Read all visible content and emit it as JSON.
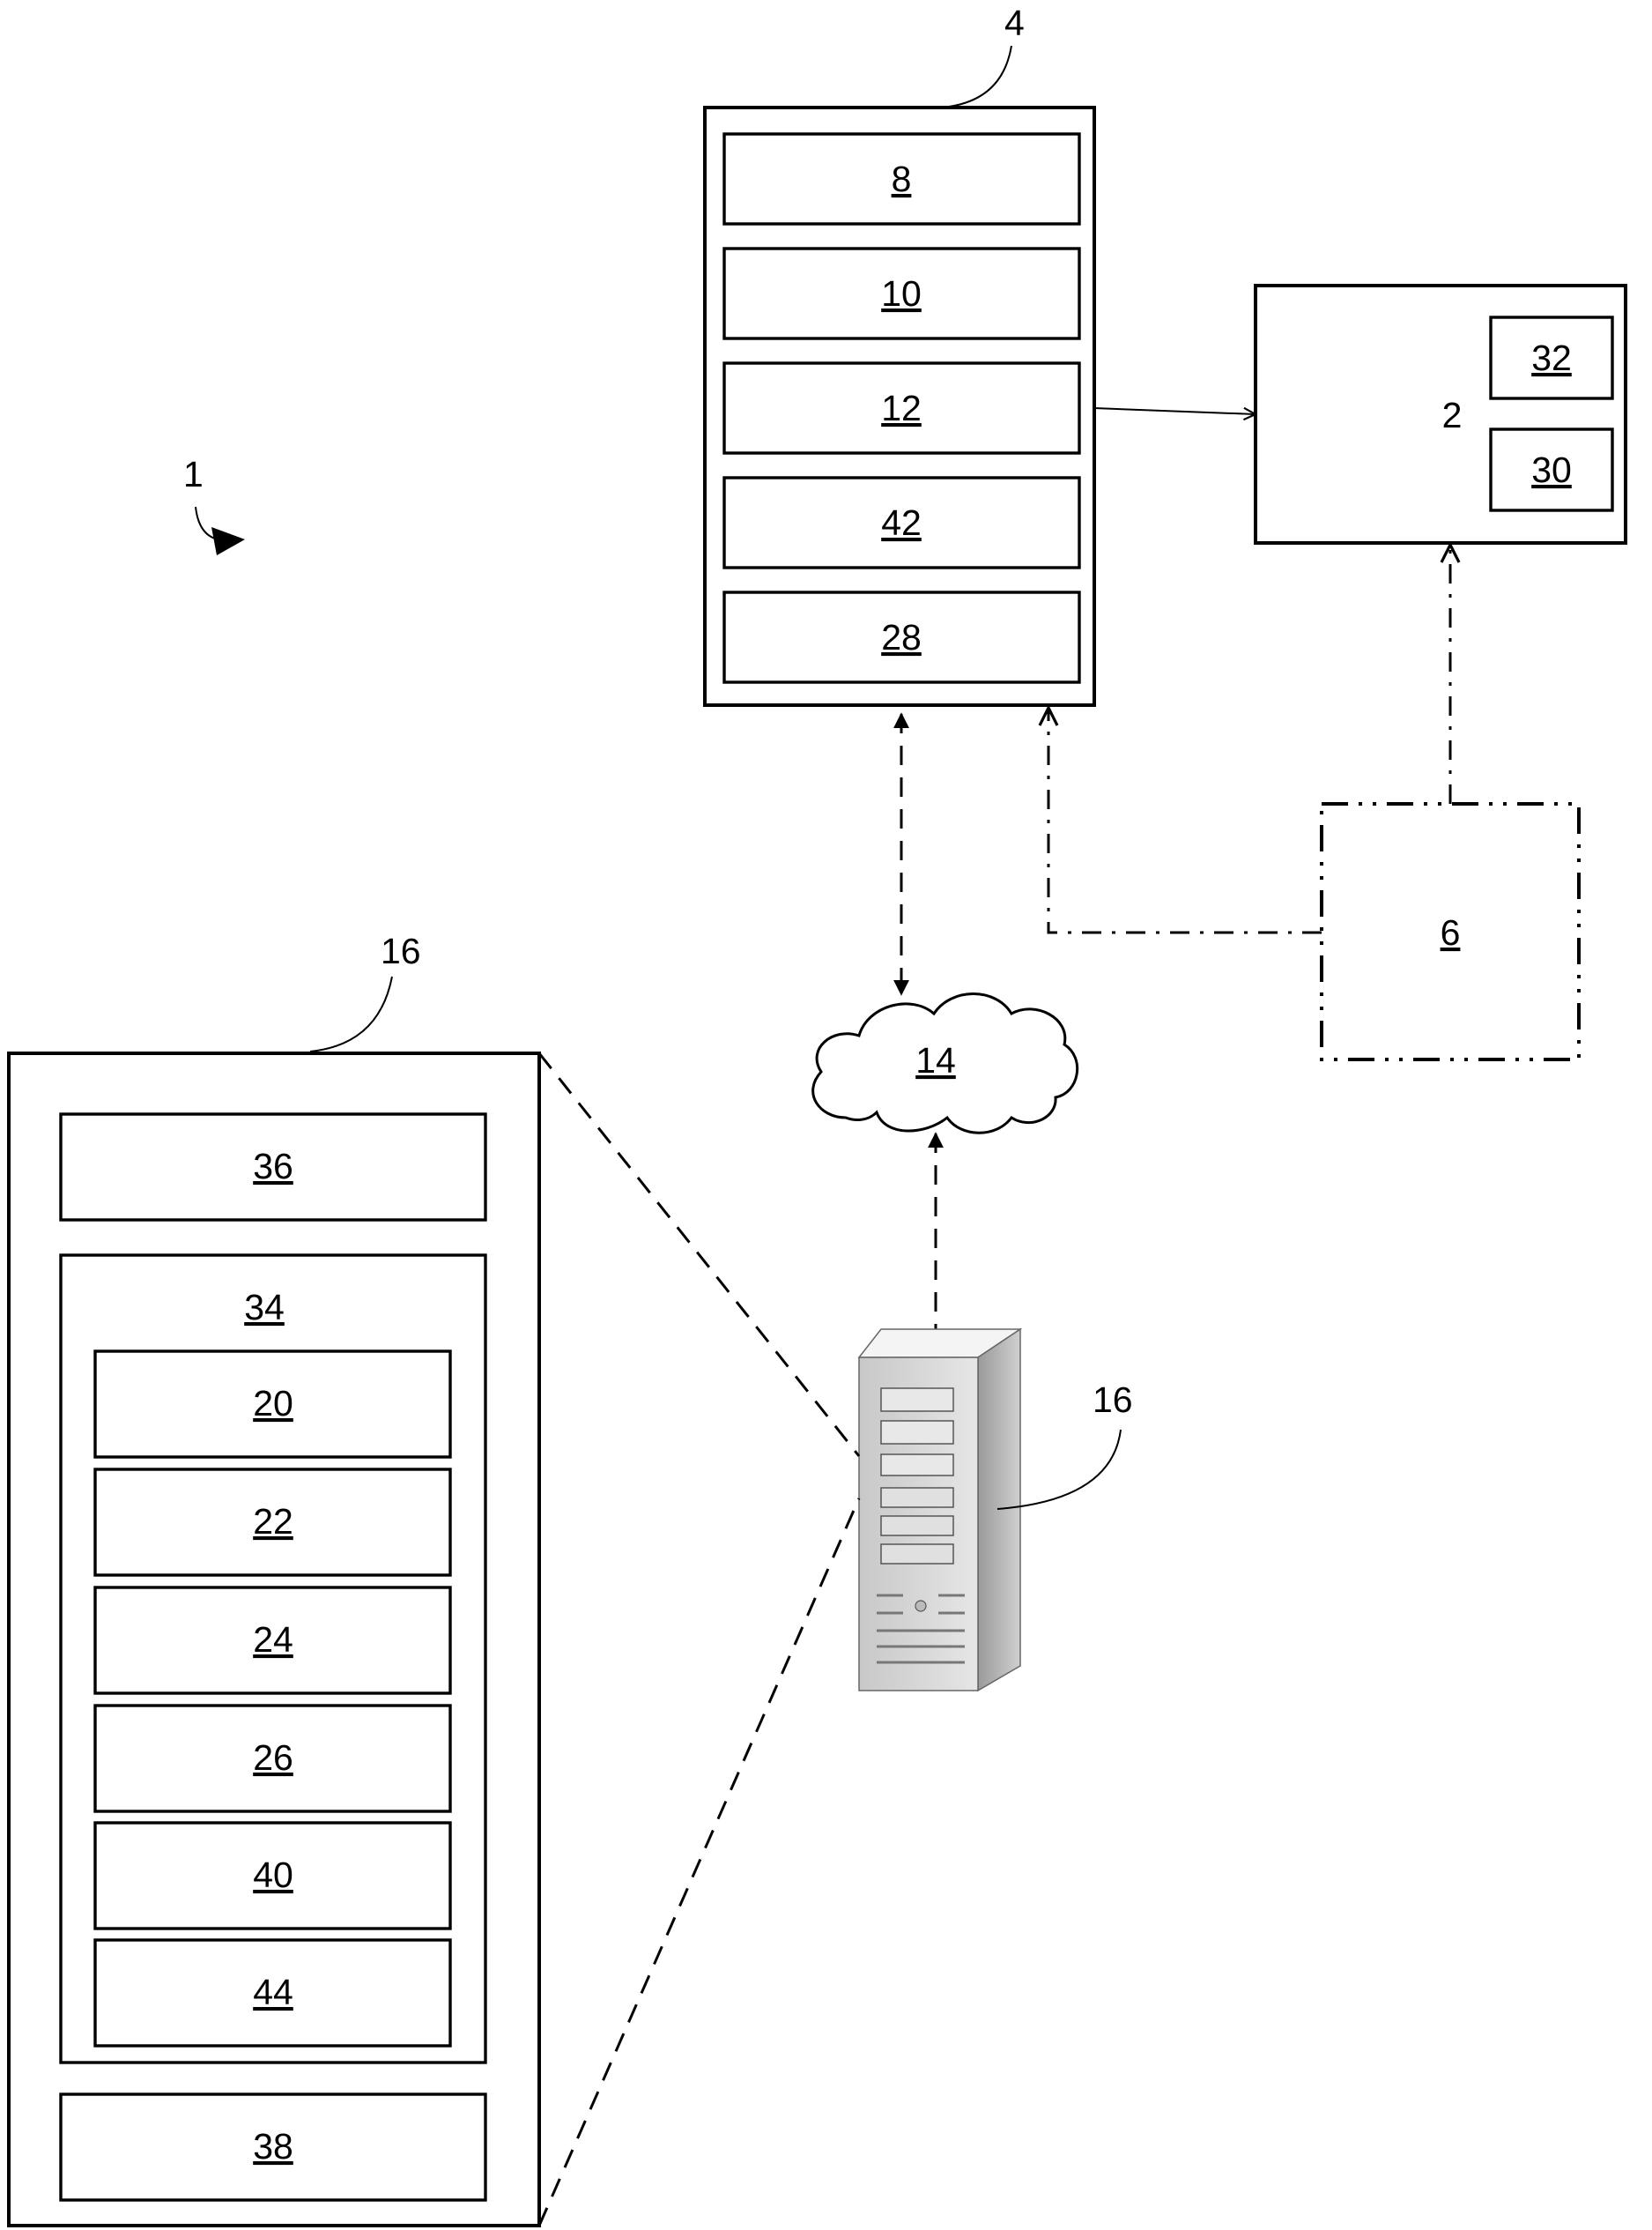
{
  "figure_ref": "1",
  "server_block": {
    "ref": "4",
    "modules": [
      "8",
      "10",
      "12",
      "42",
      "28"
    ]
  },
  "device": {
    "ref": "2",
    "modules": [
      "32",
      "30"
    ]
  },
  "element_6": {
    "ref": "6"
  },
  "network": {
    "ref": "14"
  },
  "server_icon": {
    "ref": "16"
  },
  "server_detail": {
    "ref": "16",
    "top_module": "36",
    "group": {
      "ref": "34",
      "modules": [
        "20",
        "22",
        "24",
        "26",
        "40",
        "44"
      ]
    },
    "bottom_module": "38"
  }
}
